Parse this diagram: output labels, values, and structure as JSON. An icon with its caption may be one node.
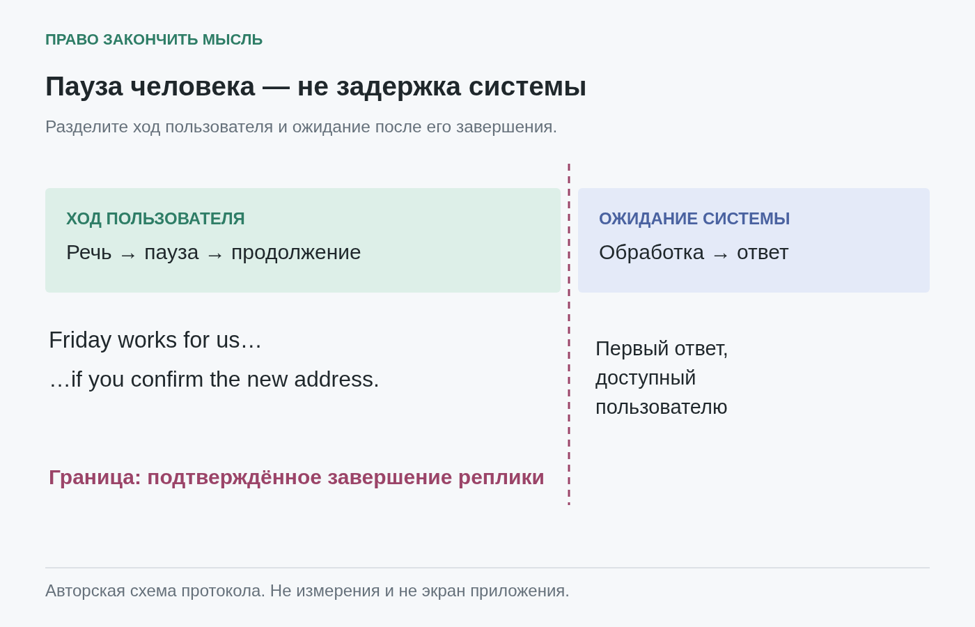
{
  "diagram": {
    "title": "Пауза человека — не задержка системы",
    "caption": "Авторская схема протокола. Не измерения и не экран приложения.",
    "nodes": [
      {
        "text": [
          "ХОД ПОЛЬЗОВАТЕЛЯ",
          "Речь → пауза → продолжение"
        ]
      },
      {
        "text": [
          "ОЖИДАНИЕ СИСТЕМЫ",
          "Обработка → ответ"
        ]
      }
    ],
    "labels": [
      "ПРАВО ЗАКОНЧИТЬ МЫСЛЬ",
      "Разделите ход пользователя и ожидание после его завершения.",
      "Friday works for us…",
      "…if you confirm the new address.",
      "Первый ответ, доступный пользователю",
      "Граница: подтверждённое завершение реплики"
    ]
  }
}
